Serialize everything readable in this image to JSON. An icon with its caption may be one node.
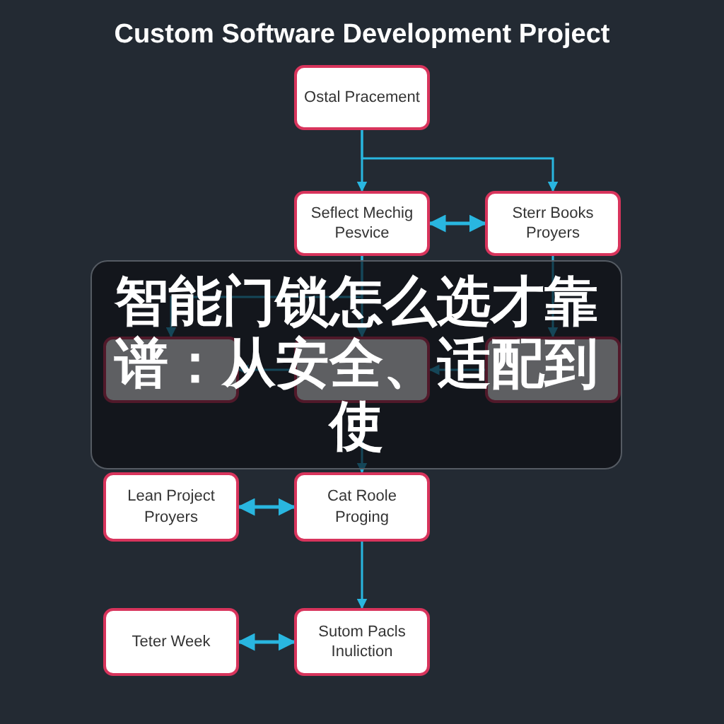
{
  "diagram": {
    "title": "Custom Software Development Project",
    "nodes": [
      {
        "text": [
          "Ostal Pracement"
        ]
      },
      {
        "text": [
          "Seflect Mechig Pesvice"
        ]
      },
      {
        "text": [
          "Sterr Books Proyers"
        ]
      },
      {
        "text": [],
        "shape": "box"
      },
      {
        "text": [],
        "shape": "box"
      },
      {
        "text": [],
        "shape": "box"
      },
      {
        "text": [
          "Lean Project Proyers"
        ]
      },
      {
        "text": [
          "Cat Roole Proging"
        ]
      },
      {
        "text": [
          "Teter Week"
        ]
      },
      {
        "text": [
          "Sutom Pacls Inuliction"
        ]
      }
    ],
    "edges": [
      {
        "from": 0,
        "to": 1,
        "arrow": "to"
      },
      {
        "from": 0,
        "to": 2,
        "arrow": "to"
      },
      {
        "from": 1,
        "to": 2,
        "arrow": "both"
      },
      {
        "from": 1,
        "to": 3,
        "arrow": "to"
      },
      {
        "from": 1,
        "to": 4,
        "arrow": "to"
      },
      {
        "from": 2,
        "to": 5,
        "arrow": "to"
      },
      {
        "from": 4,
        "to": 3,
        "arrow": "to"
      },
      {
        "from": 5,
        "to": 4,
        "arrow": "to"
      },
      {
        "from": 4,
        "to": 7,
        "arrow": "to"
      },
      {
        "from": 6,
        "to": 7,
        "arrow": "both"
      },
      {
        "from": 7,
        "to": 9,
        "arrow": "to"
      },
      {
        "from": 8,
        "to": 9,
        "arrow": "both"
      }
    ],
    "labels": [
      "智能门锁怎么选才靠谱：从安全、适配到使"
    ]
  }
}
